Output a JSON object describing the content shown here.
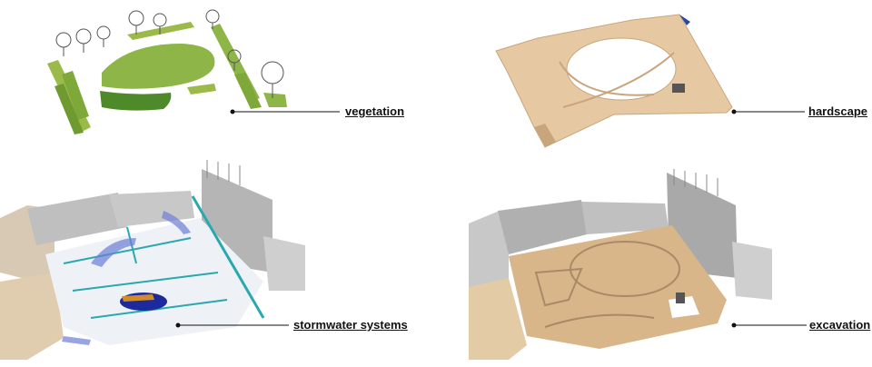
{
  "labels": {
    "vegetation": "vegetation",
    "hardscape": "hardscape",
    "stormwater": "stormwater systems",
    "excavation": "excavation"
  },
  "colors": {
    "grass": "#7fa83a",
    "grass_light": "#a8c85a",
    "hardscape": "#e6c9a3",
    "hardscape_dark": "#c9a57c",
    "building": "#a9a9a9",
    "water": "#1c2a9c",
    "pipe": "#2aa8b0",
    "excavation": "#d9b58a"
  }
}
